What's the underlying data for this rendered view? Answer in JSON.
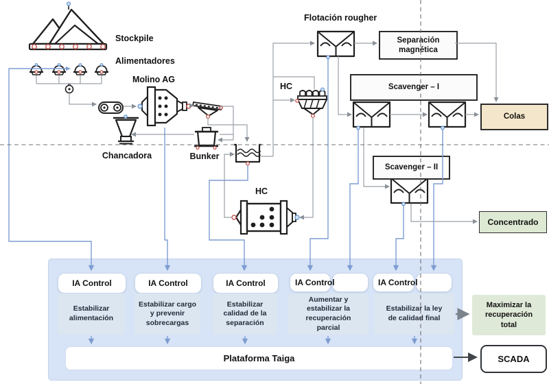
{
  "labels": {
    "stockpile": "Stockpile",
    "alimentadores": "Alimentadores",
    "molino_ag": "Molino AG",
    "chancadora": "Chancadora",
    "bunker": "Bunker",
    "hc_cyclones": "HC",
    "hc_mill": "HC",
    "flotacion_rougher": "Flotación rougher"
  },
  "boxes": {
    "separacion_magnetica": [
      "Separación",
      "magnética"
    ],
    "scavenger_1": "Scavenger – I",
    "scavenger_2": "Scavenger – II",
    "colas": "Colas",
    "concentrado": "Concentrado"
  },
  "panel": {
    "groups": [
      {
        "control": "IA Control",
        "objective": [
          "Estabilizar",
          "alimentación"
        ]
      },
      {
        "control": "IA Control",
        "objective": [
          "Estabilizar cargo",
          "y prevenir",
          "sobrecargas"
        ]
      },
      {
        "control": "IA Control",
        "objective": [
          "Estabilizar",
          "calidad de la",
          "separación"
        ]
      },
      {
        "control": "IA Control",
        "objective": [
          "Aumentar y",
          "estabilizar la",
          "recuperación",
          "parcial"
        ]
      },
      {
        "control": "IA Control",
        "objective": [
          "Estabilizar la ley",
          "de calidad final"
        ]
      }
    ],
    "platform": "Plataforma Taiga"
  },
  "outputs": {
    "maximizar": [
      "Maximizar la",
      "recuperación",
      "total"
    ],
    "scada": "SCADA"
  },
  "colors": {
    "process_line": "#9aa0a6",
    "signal_line": "#7d9cd1",
    "panel_bg": "#d7e3f6",
    "objective_bg": "#dce6f1",
    "colas_bg": "#f4e6ca",
    "concentrado_bg": "#dde9d3",
    "maximizar_bg": "#dfe9d8",
    "port_red": "#c4554e",
    "port_blue": "#6f9bd1"
  }
}
